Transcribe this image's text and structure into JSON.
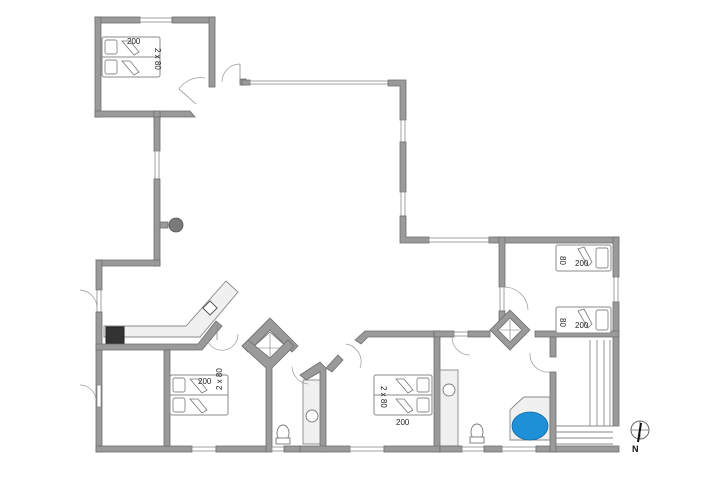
{
  "diagram": {
    "type": "floor-plan",
    "compass": {
      "label": "N"
    },
    "colors": {
      "wall": "#9a9a9a",
      "wall_outline": "#6e6e6e",
      "bathtub": "#1e90d8",
      "stove": "#333333",
      "counter": "#f0f0f0"
    },
    "rooms": [
      {
        "name": "bedroom-north",
        "bed_length": "200",
        "bed_width": "2 x 80"
      },
      {
        "name": "bedroom-southwest",
        "bed_length": "200",
        "bed_width": "2 x 80"
      },
      {
        "name": "bedroom-south-center",
        "bed_length": "200",
        "bed_width": "2 x 80"
      },
      {
        "name": "bedroom-east-bunk-top",
        "bed_length": "200",
        "bed_width": "80"
      },
      {
        "name": "bedroom-east-bunk-bottom",
        "bed_length": "200",
        "bed_width": "80"
      }
    ],
    "labels": {
      "bed1_len": "200",
      "bed1_wid": "2 x 80",
      "bed2_len": "200",
      "bed2_wid": "2 x 80",
      "bed3_len": "200",
      "bed3_wid": "2 x 80",
      "bed4_len": "200",
      "bed4_wid": "80",
      "bed5_len": "200",
      "bed5_wid": "80"
    }
  }
}
